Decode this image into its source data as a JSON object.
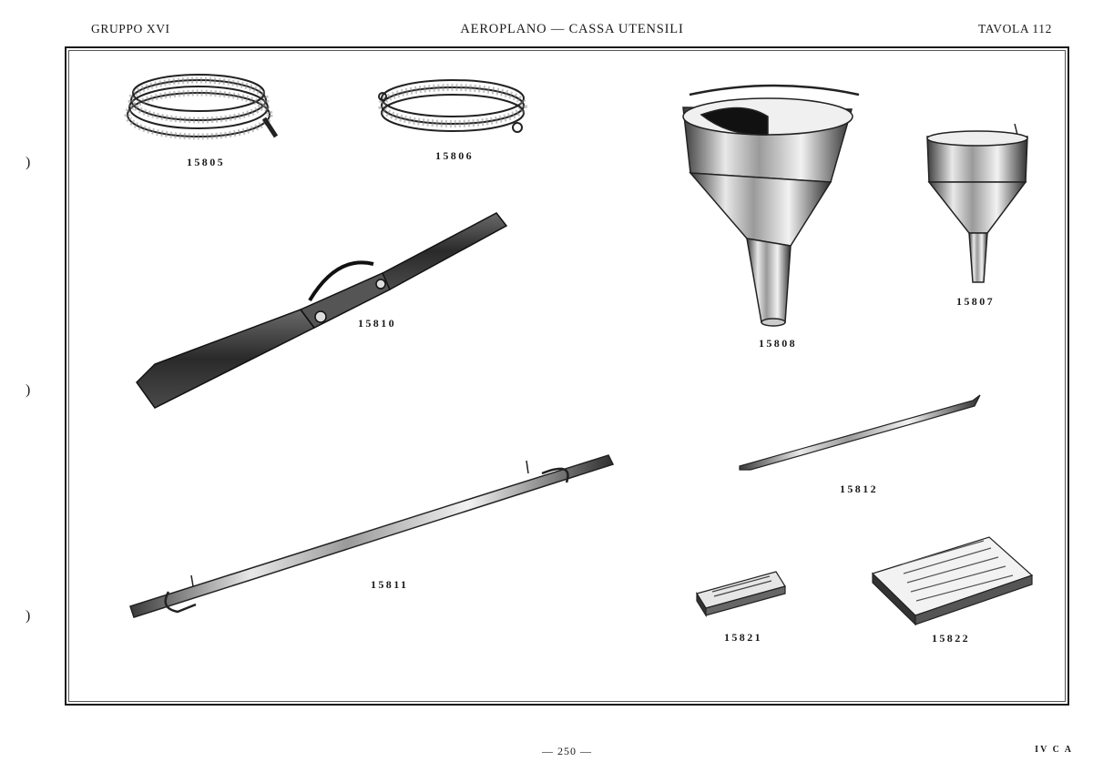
{
  "header": {
    "left": "GRUPPO XVI",
    "center": "AEROPLANO — CASSA UTENSILI",
    "right": "TAVOLA 112"
  },
  "items": [
    {
      "code": "15805",
      "icon": "coiled-hose-icon"
    },
    {
      "code": "15806",
      "icon": "coiled-hose-icon"
    },
    {
      "code": "15808",
      "icon": "large-funnel-icon"
    },
    {
      "code": "15807",
      "icon": "small-funnel-icon"
    },
    {
      "code": "15810",
      "icon": "grease-gun-icon"
    },
    {
      "code": "15811",
      "icon": "long-rod-icon"
    },
    {
      "code": "15812",
      "icon": "tire-lever-icon"
    },
    {
      "code": "15821",
      "icon": "small-booklet-icon"
    },
    {
      "code": "15822",
      "icon": "manual-book-icon"
    }
  ],
  "footer": {
    "page": "— 250 —",
    "code": "IV C A"
  }
}
